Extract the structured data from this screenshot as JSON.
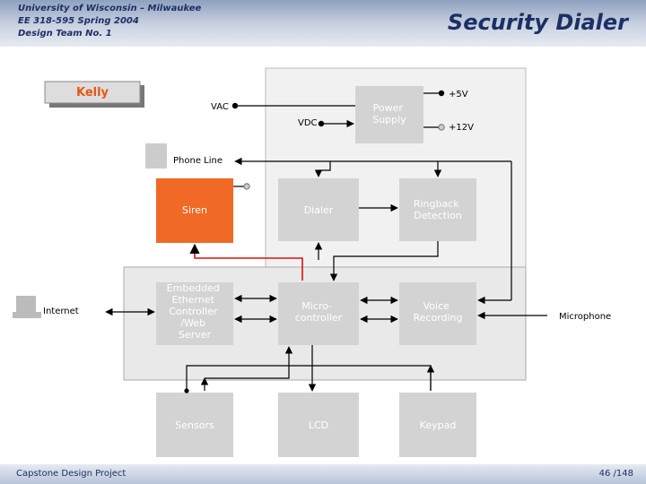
{
  "header": {
    "line1": "University of Wisconsin – Milwaukee",
    "line2": "EE 318-595 Spring 2004",
    "line3": "Design Team No. 1",
    "title": "Security Dialer"
  },
  "footer": {
    "left": "Capstone Design Project",
    "right": "46 /148"
  },
  "badge": {
    "label": "Kelly"
  },
  "labels": {
    "vac": "VAC",
    "vdc": "VDC",
    "plus5v": "+5V",
    "plus12v": "+12V",
    "phone_line": "Phone Line",
    "internet": "Internet",
    "microphone": "Microphone"
  },
  "blocks": {
    "power_supply": {
      "lines": [
        "Power",
        "Supply"
      ]
    },
    "siren": {
      "lines": [
        "Siren"
      ]
    },
    "dialer": {
      "lines": [
        "Dialer"
      ]
    },
    "ringback": {
      "lines": [
        "Ringback",
        "Detection"
      ]
    },
    "ethernet": {
      "lines": [
        "Embedded",
        "Ethernet",
        "Controller",
        "/Web",
        "Server"
      ]
    },
    "micro": {
      "lines": [
        "Micro-",
        "controller"
      ]
    },
    "voice": {
      "lines": [
        "Voice",
        "Recording"
      ]
    },
    "sensors": {
      "lines": [
        "Sensors"
      ]
    },
    "lcd": {
      "lines": [
        "LCD"
      ]
    },
    "keypad": {
      "lines": [
        "Keypad"
      ]
    }
  },
  "colors": {
    "block_fill": "#d3d3d3",
    "siren_fill": "#f06a25",
    "panel_fill": "#e9e9e9",
    "highlight_wire": "#e01010",
    "title_text": "#1c2f66"
  }
}
